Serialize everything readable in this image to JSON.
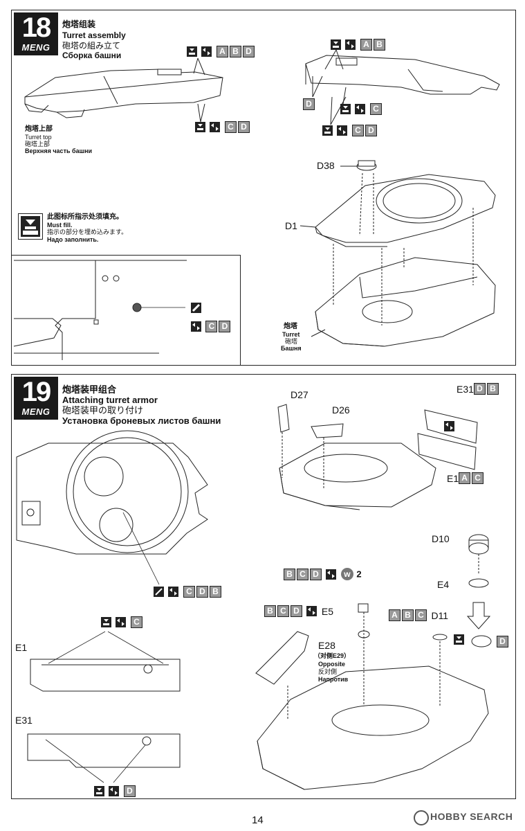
{
  "page_number": "14",
  "watermark": "HOBBY SEARCH",
  "step18": {
    "number": "18",
    "brand": "MENG",
    "title_zh": "炮塔组装",
    "title_en": "Turret assembly",
    "title_jp": "砲塔の組み立て",
    "title_ru": "Сборка башни",
    "turret_top_zh": "炮塔上部",
    "turret_top_en": "Turret top",
    "turret_top_jp": "砲塔上部",
    "turret_top_ru": "Верхняя часть башни",
    "fill_zh": "此图标所指示处须填充。",
    "fill_en": "Must fill.",
    "fill_jp": "指示の部分を埋め込みます。",
    "fill_ru": "Надо заполнить.",
    "part_d38": "D38",
    "part_d1": "D1",
    "turret_zh": "炮塔",
    "turret_en": "Turret",
    "turret_jp": "砲塔",
    "turret_ru": "Башня",
    "tags": {
      "abd_1": [
        "A",
        "B",
        "D"
      ],
      "cd_1": [
        "C",
        "D"
      ],
      "ab_2": [
        "A",
        "B"
      ],
      "d_2": "D",
      "c_2": "C",
      "cd_2": [
        "C",
        "D"
      ],
      "cd_inset": [
        "C",
        "D"
      ]
    }
  },
  "step19": {
    "number": "19",
    "brand": "MENG",
    "title_zh": "炮塔装甲组合",
    "title_en": "Attaching turret armor",
    "title_jp": "砲塔装甲の取り付け",
    "title_ru": "Установка броневых листов башни",
    "part_d27": "D27",
    "part_d26": "D26",
    "part_e31": "E31",
    "e31_tags": [
      "D",
      "B"
    ],
    "part_e1": "E1",
    "e1_tags": [
      "A",
      "C"
    ],
    "part_d10": "D10",
    "part_e4": "E4",
    "part_d11": "D11",
    "d11_tags": [
      "A",
      "B",
      "C"
    ],
    "part_e5": "E5",
    "e5_tags": [
      "B",
      "C",
      "D"
    ],
    "w_tags": [
      "B",
      "C",
      "D"
    ],
    "w_label": "w",
    "w_count": "2",
    "part_e28": "E28",
    "e28_opposite_zh": "（对侧E29）",
    "e28_opposite_en": "Opposite",
    "e28_opposite_jp": "反対側",
    "e28_opposite_ru": "Напротив",
    "cut_tags": [
      "C",
      "D",
      "B"
    ],
    "e1_label": "E1",
    "e1_fill_tag": "C",
    "e31_label": "E31",
    "e31_fill_tag": "D",
    "d11_fill_tag": "D"
  }
}
